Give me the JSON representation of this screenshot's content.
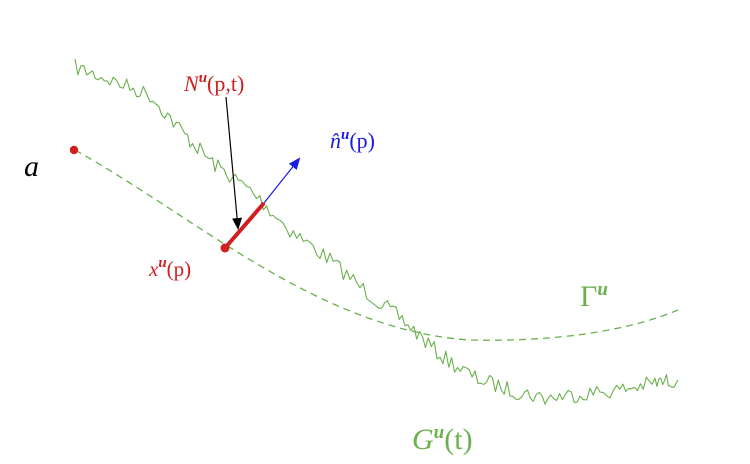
{
  "colors": {
    "background": "#ffffff",
    "green": "#6ab04c",
    "red": "#d01f1f",
    "blue": "#1a1ae6",
    "black": "#000000"
  },
  "labels": {
    "a": {
      "base": "a",
      "sup": "",
      "arg": ""
    },
    "N": {
      "base": "N",
      "sup": "u",
      "arg": "(p,t)"
    },
    "n_hat": {
      "base": "n̂",
      "sup": "u",
      "arg": "(p)"
    },
    "x": {
      "base": "x",
      "sup": "u",
      "arg": "(p)"
    },
    "Gamma": {
      "base": "Γ",
      "sup": "u",
      "arg": ""
    },
    "G": {
      "base": "G",
      "sup": "u",
      "arg": "(t)"
    }
  }
}
